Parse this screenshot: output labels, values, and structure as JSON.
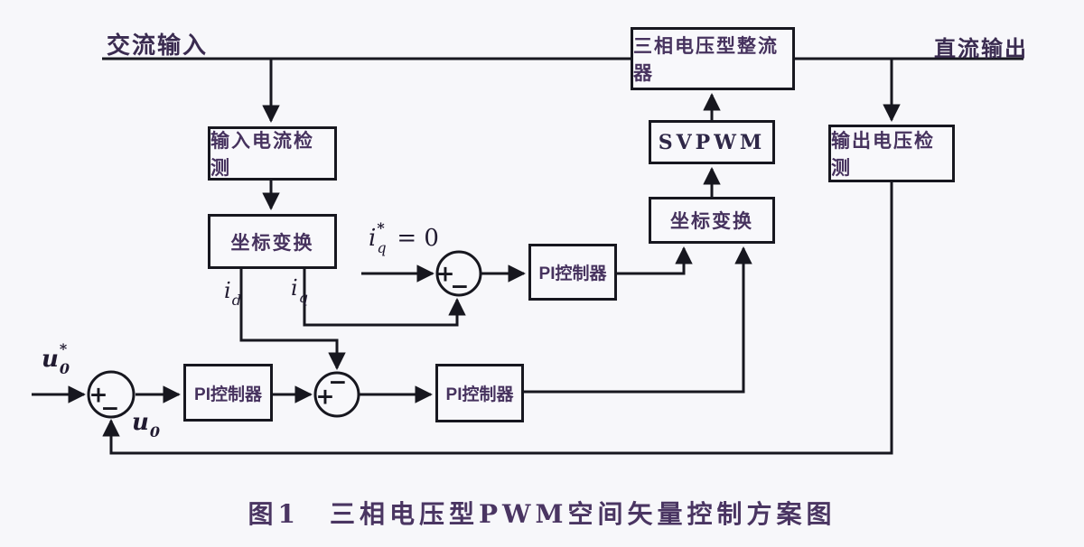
{
  "figure": {
    "caption": "图1　三相电压型PWM空间矢量控制方案图"
  },
  "labels": {
    "ac_input": "交流输入",
    "dc_output": "直流输出",
    "iq_ref": {
      "base": "i",
      "sup": "*",
      "sub": "q",
      "eq": "= 0"
    },
    "id": {
      "base": "i",
      "sub": "d"
    },
    "iq": {
      "base": "i",
      "sub": "q"
    },
    "u0_ref": {
      "base": "u",
      "sub": "0",
      "sup": "*"
    },
    "u0_fb": {
      "base": "u",
      "sub": "0"
    }
  },
  "boxes": {
    "rectifier": "三相电压型整流器",
    "input_current_detect": "输入电流检测",
    "coord_transform_input": "坐标变换",
    "svpwm": "SVPWM",
    "coord_transform_output": "坐标变换",
    "output_voltage_detect": "输出电压检测",
    "pi_controller_q": "PI控制器",
    "pi_controller_v": "PI控制器",
    "pi_controller_d": "PI控制器"
  },
  "junction_signs": {
    "plus": "+",
    "minus": "−"
  },
  "colors": {
    "line": "#17171f",
    "box_text": "#46325e",
    "label_text": "#201a30",
    "caption_text": "#4a3562",
    "background": "#f7f7fa"
  }
}
